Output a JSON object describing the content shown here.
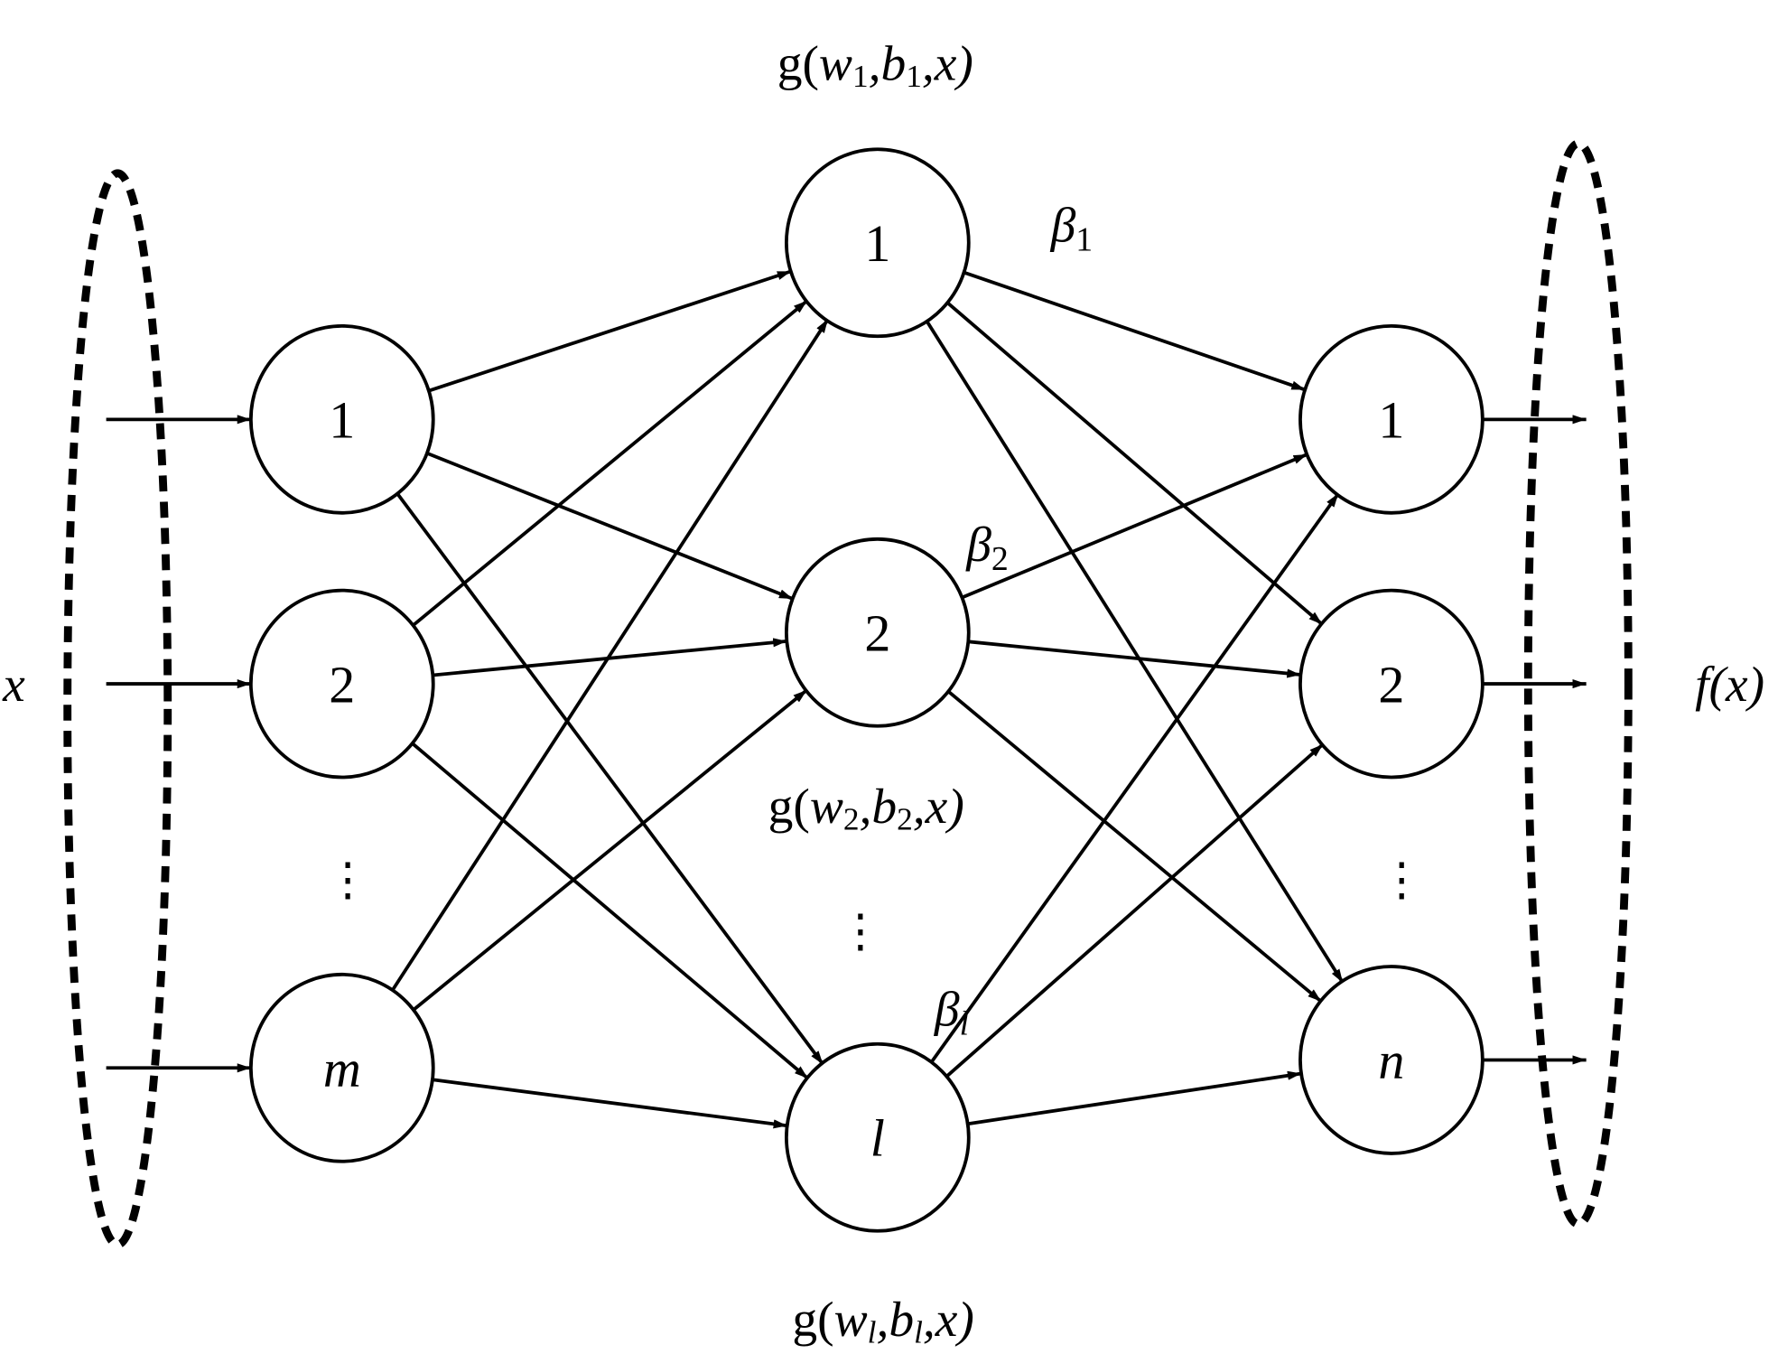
{
  "input_layer": {
    "nodes": [
      "1",
      "2",
      "m"
    ],
    "ellipsis": "⋮",
    "label": "x"
  },
  "hidden_layer": {
    "nodes": [
      "1",
      "2",
      "l"
    ],
    "ellipsis": "⋮",
    "functions": [
      {
        "g": "g(",
        "w": "w",
        "ws": "1",
        "b": ",b",
        "bs": "1",
        "end": ",x)"
      },
      {
        "g": "g(",
        "w": "w",
        "ws": "2",
        "b": ",b",
        "bs": "2",
        "end": ",x)"
      },
      {
        "g": "g(",
        "w": "w",
        "ws": "l",
        "b": ",b",
        "bs": "l",
        "end": ",x)"
      }
    ],
    "weights": [
      {
        "sym": "β",
        "sub": "1"
      },
      {
        "sym": "β",
        "sub": "2"
      },
      {
        "sym": "β",
        "sub": "l"
      }
    ]
  },
  "output_layer": {
    "nodes": [
      "1",
      "2",
      "n"
    ],
    "ellipsis": "⋮",
    "label": "f(x)"
  },
  "colors": {
    "stroke": "#000000",
    "background": "#ffffff"
  }
}
